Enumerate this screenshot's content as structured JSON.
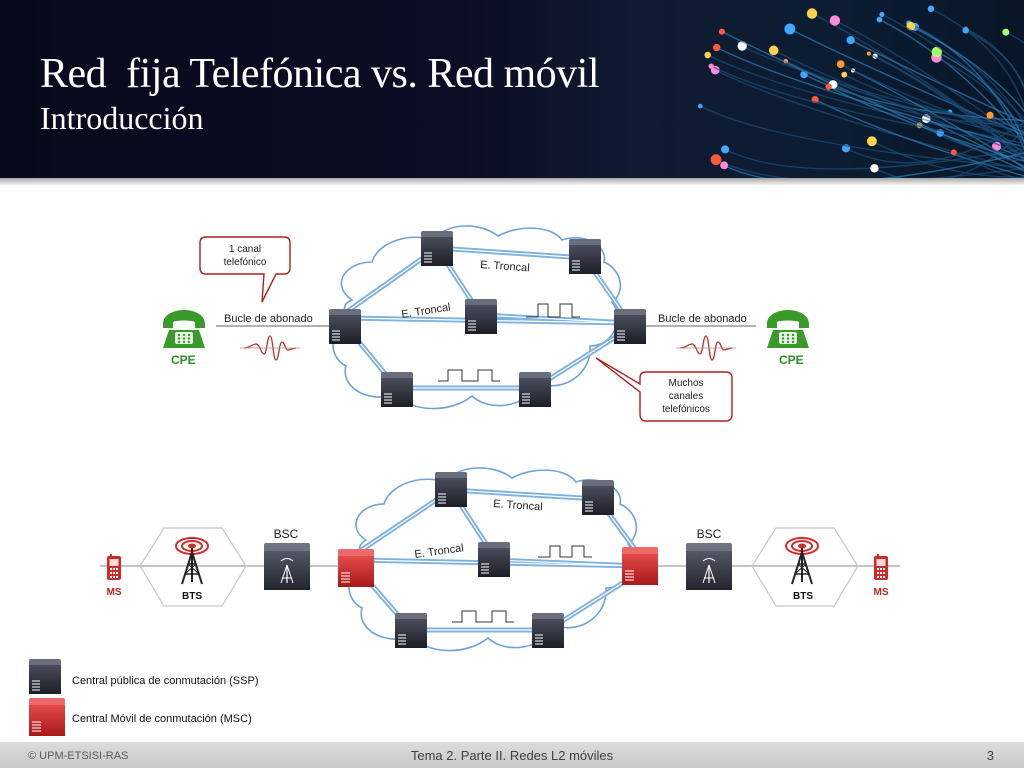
{
  "slide": {
    "title": "Red  fija Telefónica vs. Red móvil",
    "subtitle": "Introducción"
  },
  "fixed_network": {
    "callout_top": "1 canal\ntelefónico",
    "callout_bottom": "Muchos\ncanales\ntelefónicos",
    "trunk_label_1": "E. Troncal",
    "trunk_label_2": "E. Troncal",
    "loop_left": "Bucle de abonado",
    "loop_right": "Bucle de abonado",
    "cpe_left": "CPE",
    "cpe_right": "CPE"
  },
  "mobile_network": {
    "trunk_label_1": "E. Troncal",
    "trunk_label_2": "E. Troncal",
    "bsc_left": "BSC",
    "bsc_right": "BSC",
    "bts_left": "BTS",
    "bts_right": "BTS",
    "ms_left": "MS",
    "ms_right": "MS"
  },
  "legend": {
    "ssp": "Central pública de conmutación (SSP)",
    "msc": "Central Móvil de conmutación (MSC)"
  },
  "footer": {
    "left": "© UPM-ETSISI-RAS",
    "center": "Tema 2. Parte II. Redes L2 móviles",
    "page": "3"
  },
  "colors": {
    "ssp": "#2a2d38",
    "msc": "#d32a2a",
    "trunk": "#7eb1e0",
    "phone": "#3a9a2a",
    "callout": "#b02020",
    "cpe_text": "#2f8a2a",
    "ms_text": "#c22222"
  },
  "icons": [
    "telephone-icon",
    "switch-icon",
    "mobile-phone-icon",
    "antenna-icon",
    "cloud-icon",
    "sine-wave-icon",
    "pulse-icon"
  ]
}
